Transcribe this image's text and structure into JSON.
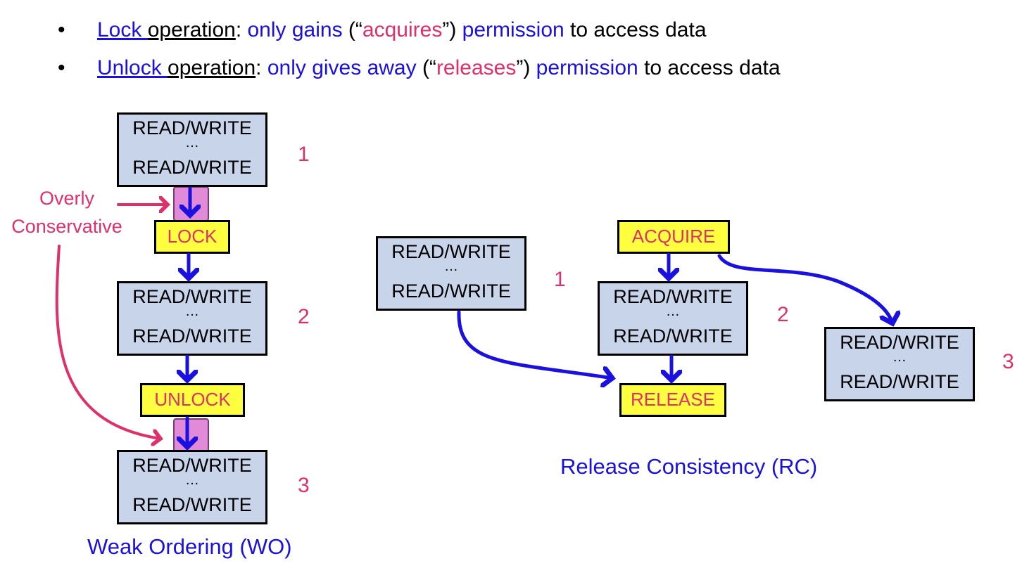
{
  "bullets": [
    {
      "dot": "•",
      "link_word": "Lock ",
      "link_word2": "operation",
      "colon": ": ",
      "phrase1": "only gains",
      "paren_open": " (“",
      "keyword": "acquires",
      "paren_close": "”) ",
      "phrase2": "permission",
      "tail": " to access data"
    },
    {
      "dot": "•",
      "link_word": "Unlock ",
      "link_word2": "operation",
      "colon": ": ",
      "phrase1": "only gives away",
      "paren_open": " (“",
      "keyword": "releases",
      "paren_close": "”) ",
      "phrase2": "permission",
      "tail": " to access data"
    }
  ],
  "wo": {
    "blocks": [
      {
        "line1": "READ/WRITE",
        "dots": "…",
        "line2": "READ/WRITE",
        "num": "1"
      },
      {
        "line1": "READ/WRITE",
        "dots": "…",
        "line2": "READ/WRITE",
        "num": "2"
      },
      {
        "line1": "READ/WRITE",
        "dots": "…",
        "line2": "READ/WRITE",
        "num": "3"
      }
    ],
    "lock": "LOCK",
    "unlock": "UNLOCK",
    "note_line1": "Overly",
    "note_line2": "Conservative",
    "caption": "Weak Ordering (WO)"
  },
  "rc": {
    "blocks": [
      {
        "line1": "READ/WRITE",
        "dots": "…",
        "line2": "READ/WRITE",
        "num": "1"
      },
      {
        "line1": "READ/WRITE",
        "dots": "…",
        "line2": "READ/WRITE",
        "num": "2"
      },
      {
        "line1": "READ/WRITE",
        "dots": "…",
        "line2": "READ/WRITE",
        "num": "3"
      }
    ],
    "acquire": "ACQUIRE",
    "release": "RELEASE",
    "caption": "Release Consistency (RC)"
  },
  "colors": {
    "blue": "#1a10e0",
    "red": "#e0306a",
    "box_fill": "#c8d4ea",
    "tag_fill": "#ffff40",
    "highlight": "#e08ad8"
  }
}
